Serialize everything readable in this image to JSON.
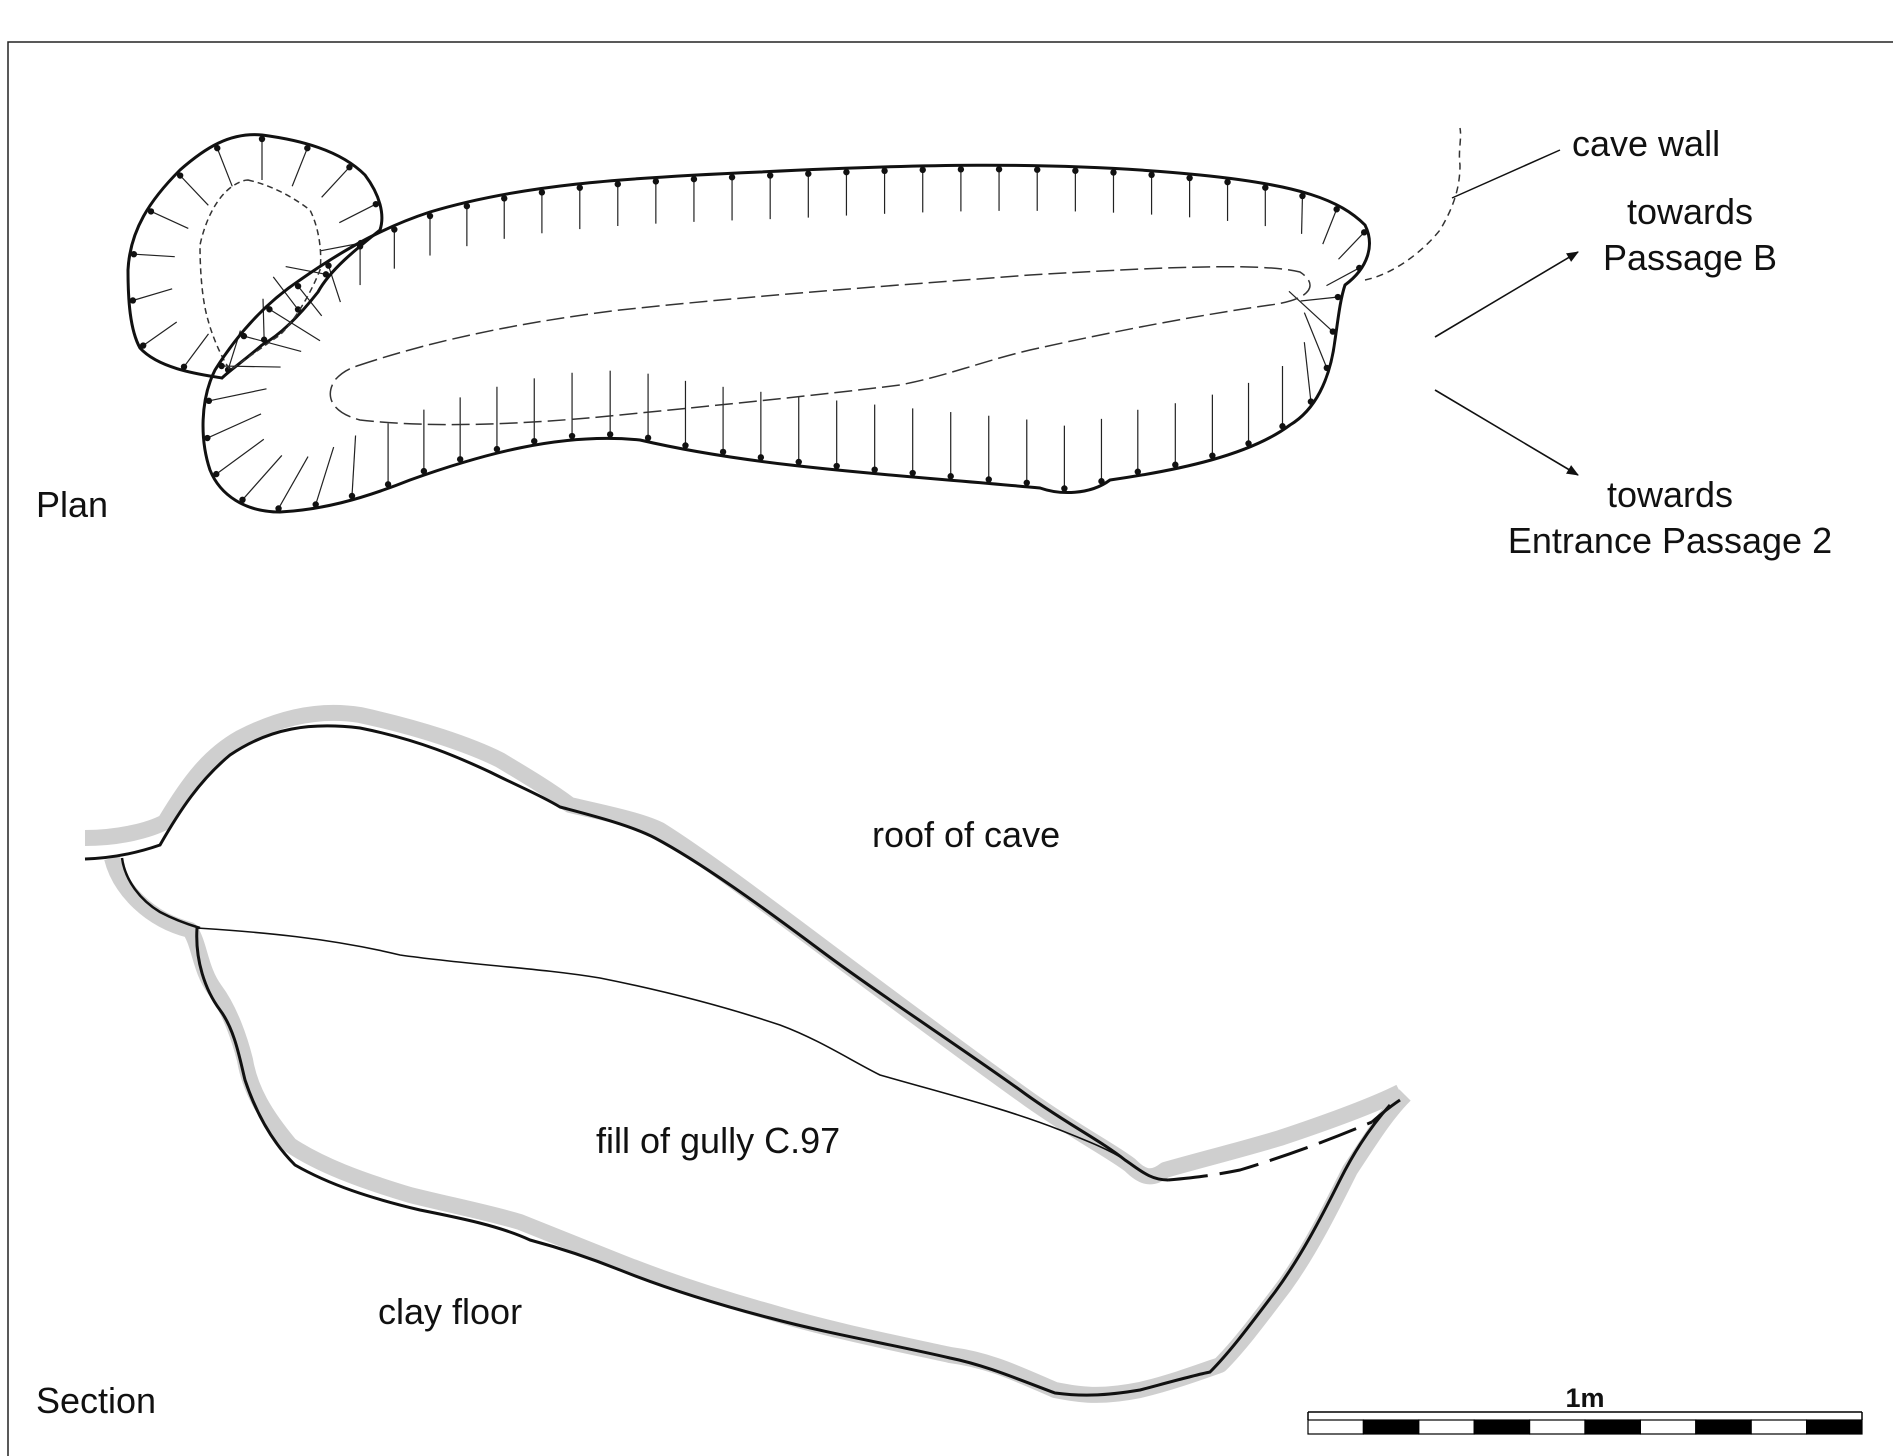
{
  "plan": {
    "title": "Plan",
    "labels": {
      "cave_wall": "cave wall",
      "passage_b": [
        "towards",
        "Passage B"
      ],
      "entrance_2": [
        "towards",
        "Entrance Passage 2"
      ]
    }
  },
  "section": {
    "title": "Section",
    "labels": {
      "roof": "roof of cave",
      "fill": "fill of gully C.97",
      "clay_floor": "clay floor"
    }
  },
  "scale_bar": {
    "label": "1m",
    "segments": 10
  },
  "colors": {
    "ink": "#111111",
    "shading": "#cfcfcf",
    "background": "#ffffff"
  }
}
